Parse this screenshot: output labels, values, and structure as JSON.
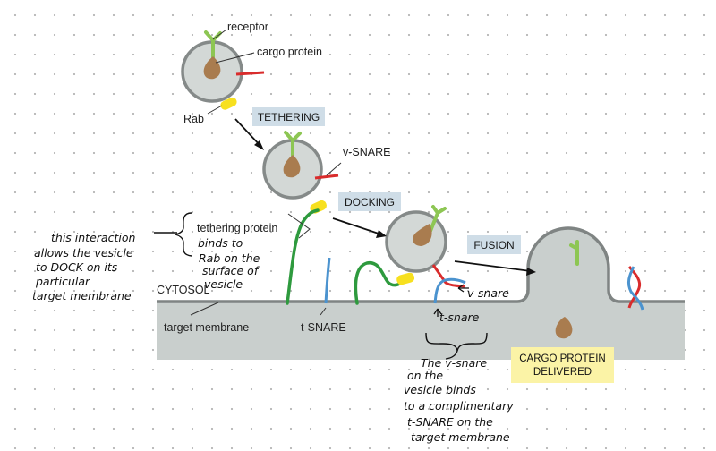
{
  "labels": {
    "receptor": "receptor",
    "cargo_protein": "cargo protein",
    "rab": "Rab",
    "v_snare": "v-SNARE",
    "tethering_protein": "tethering protein",
    "cytosol": "CYTOSOL",
    "target_membrane": "target membrane",
    "t_snare": "t-SNARE"
  },
  "stages": {
    "tethering": "TETHERING",
    "docking": "DOCKING",
    "fusion": "FUSION"
  },
  "cargo_delivered": {
    "line1": "CARGO PROTEIN",
    "line2": "DELIVERED"
  },
  "handwritten": {
    "interaction_note": [
      "this interaction",
      "allows the vesicle",
      "to DOCK on its",
      "particular",
      "target membrane"
    ],
    "binds_note": [
      "binds to",
      "Rab on the",
      "surface of",
      "vesicle"
    ],
    "v_snare_note": "v-snare",
    "t_snare_note": "t-snare",
    "vesicle_note": [
      "The v-snare",
      "on the",
      "vesicle binds",
      "to a complimentary",
      "t-SNARE on the",
      "target membrane"
    ]
  },
  "colors": {
    "membrane": "#c9cfcd",
    "membrane_edge": "#7f8483",
    "vesicle_fill": "#d3d8d6",
    "vesicle_edge": "#858a89",
    "receptor": "#8dc653",
    "cargo": "#a97c4f",
    "rab": "#f7e01f",
    "v_snare": "#d92c2c",
    "t_snare": "#4b93cf",
    "tether": "#2e9a3e",
    "stage_box": "#cfdde7",
    "cargo_box": "#fbf3a6"
  }
}
